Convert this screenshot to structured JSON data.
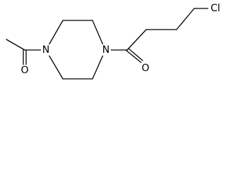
{
  "molecule": {
    "atoms": {
      "n_left": "N",
      "n_right": "N",
      "o_acetyl": "O",
      "o_carbonyl": "O",
      "cl": "Cl"
    }
  }
}
